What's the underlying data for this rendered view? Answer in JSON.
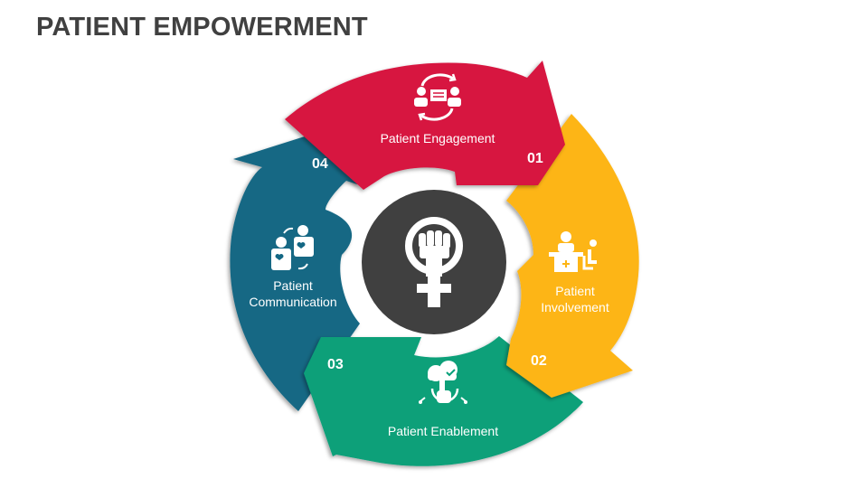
{
  "title": "PATIENT EMPOWERMENT",
  "center": {
    "icon": "feminist-fist-icon",
    "bg_color": "#404040"
  },
  "segments": [
    {
      "number": "01",
      "label_lines": [
        "Patient Engagement"
      ],
      "icon": "engagement-icon",
      "color": "#D7143F"
    },
    {
      "number": "02",
      "label_lines": [
        "Patient",
        "Involvement"
      ],
      "icon": "reception-desk-icon",
      "color": "#FDB515"
    },
    {
      "number": "03",
      "label_lines": [
        "Patient Enablement"
      ],
      "icon": "cloud-touch-icon",
      "color": "#07A079"
    },
    {
      "number": "04",
      "label_lines": [
        "Patient",
        "Communication"
      ],
      "icon": "heart-exchange-icon",
      "color": "#136784"
    }
  ]
}
